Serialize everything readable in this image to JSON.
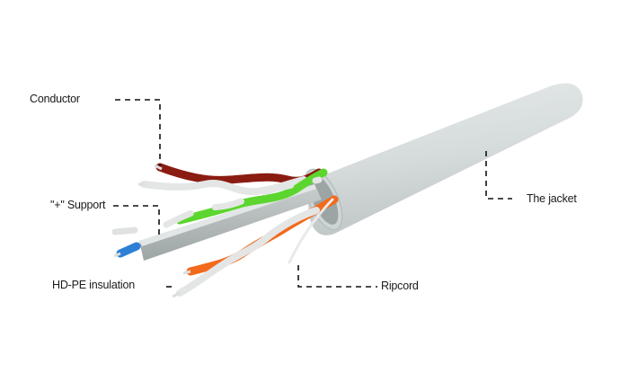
{
  "figure": {
    "title": "",
    "subject": "Twisted pair network cable cross-section (UTP with cross filler)",
    "background": "#ffffff"
  },
  "labels": {
    "conductor": "Conductor",
    "support": "\"+\" Support",
    "insulation": "HD-PE insulation",
    "ripcord": "Ripcord",
    "jacket": "The jacket"
  },
  "colors": {
    "jacket": "#d9dede",
    "jacket_shadow": "#b9c0c0",
    "pair_brown": "#8a1c12",
    "pair_green": "#5cd62e",
    "pair_orange": "#f26a1b",
    "pair_blue": "#2e7fd6",
    "white_stripe": "#e4e6e6",
    "leader_line": "#111111"
  }
}
